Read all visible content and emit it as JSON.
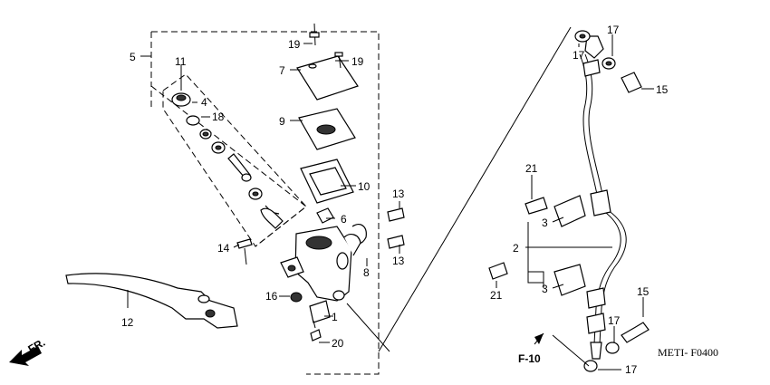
{
  "diagram": {
    "code": "METI- F0400",
    "fr_label": "FR.",
    "f10_label": "F-10",
    "callouts": {
      "c1": "1",
      "c2": "2",
      "c3a": "3",
      "c3b": "3",
      "c4": "4",
      "c5": "5",
      "c6": "6",
      "c7": "7",
      "c8": "8",
      "c9": "9",
      "c10": "10",
      "c11": "11",
      "c12": "12",
      "c13a": "13",
      "c13b": "13",
      "c14": "14",
      "c15a": "15",
      "c15b": "15",
      "c16": "16",
      "c17a": "17",
      "c17b": "17",
      "c17c": "17",
      "c17d": "17",
      "c18": "18",
      "c19a": "19",
      "c19b": "19",
      "c20": "20",
      "c21a": "21",
      "c21b": "21"
    }
  }
}
